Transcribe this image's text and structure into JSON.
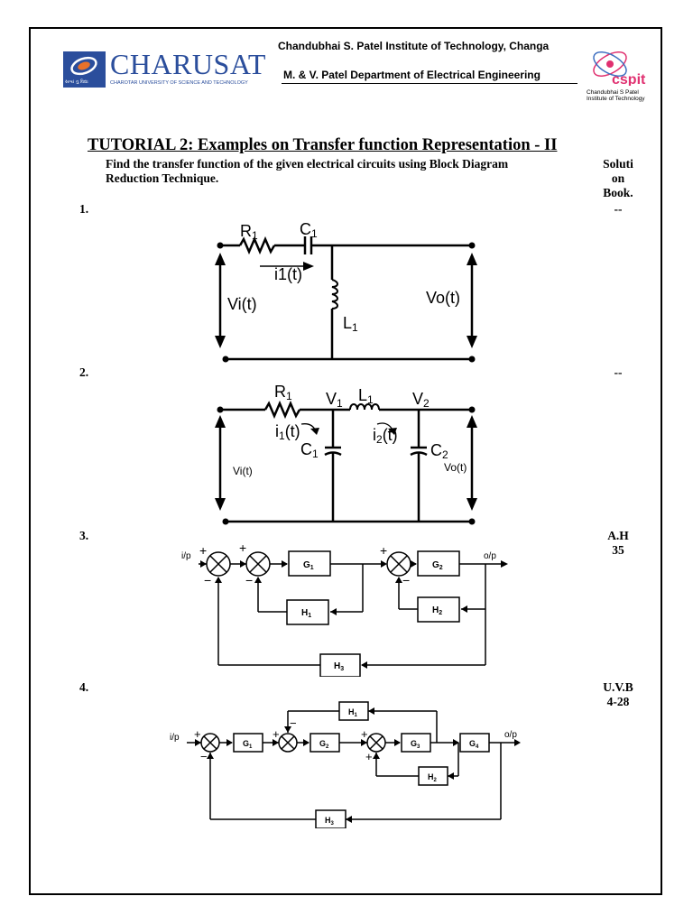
{
  "header": {
    "logo_left_name": "CHARUSAT",
    "logo_left_sub": "CHAROTAR UNIVERSITY OF SCIENCE AND TECHNOLOGY",
    "logo_left_motto": "સત્યં તુ વિદ્યા",
    "institute": "Chandubhai S. Patel Institute of Technology, Changa",
    "department": "M. & V. Patel Department of Electrical Engineering",
    "logo_right_name": "cspit",
    "logo_right_caption_1": "Chandubhai S Patel",
    "logo_right_caption_2": "Institute of Technology"
  },
  "title": "TUTORIAL 2: Examples on Transfer function Representation - II",
  "instruction_line1": "Find the transfer function of the given electrical circuits using Block Diagram",
  "instruction_line2": "Reduction Technique.",
  "solution_header": [
    "Soluti",
    "on",
    "Book."
  ],
  "problems": [
    {
      "number": "1.",
      "ref": "--"
    },
    {
      "number": "2.",
      "ref": "--"
    },
    {
      "number": "3.",
      "ref_line1": "A.H",
      "ref_line2": "35"
    },
    {
      "number": "4.",
      "ref_line1": "U.V.B",
      "ref_line2": "4-28"
    }
  ],
  "circuit1": {
    "r": "R",
    "r_sub": "1",
    "c": "C",
    "c_sub": "1",
    "current": "i1(t)",
    "l": "L",
    "l_sub": "1",
    "vin": "Vi(t)",
    "vout": "Vo(t)"
  },
  "circuit2": {
    "r": "R",
    "r_sub": "1",
    "v1": "V",
    "v1_sub": "1",
    "l": "L",
    "l_sub": "1",
    "v2": "V",
    "v2_sub": "2",
    "i1": "i",
    "i1_sub": "1",
    "i1_rest": "(t)",
    "i2": "i",
    "i2_sub": "2",
    "i2_rest": "(t)",
    "c1": "C",
    "c1_sub": "1",
    "c2": "C",
    "c2_sub": "2",
    "vin": "Vi(t)",
    "vout": "Vo(t)"
  },
  "diagram3": {
    "input": "i/p",
    "output": "o/p",
    "g1": "G",
    "g1_sub": "1",
    "g2": "G",
    "g2_sub": "2",
    "h1": "H",
    "h1_sub": "1",
    "h2": "H",
    "h2_sub": "2",
    "h3": "H",
    "h3_sub": "3",
    "plus": "+",
    "minus": "−"
  },
  "diagram4": {
    "input": "i/p",
    "output": "o/p",
    "g1": "G",
    "g1_sub": "1",
    "g2": "G",
    "g2_sub": "2",
    "g3": "G",
    "g3_sub": "3",
    "g4": "G",
    "g4_sub": "4",
    "h1": "H",
    "h1_sub": "1",
    "h2": "H",
    "h2_sub": "2",
    "h3": "H",
    "h3_sub": "3",
    "plus": "+",
    "minus": "−"
  }
}
